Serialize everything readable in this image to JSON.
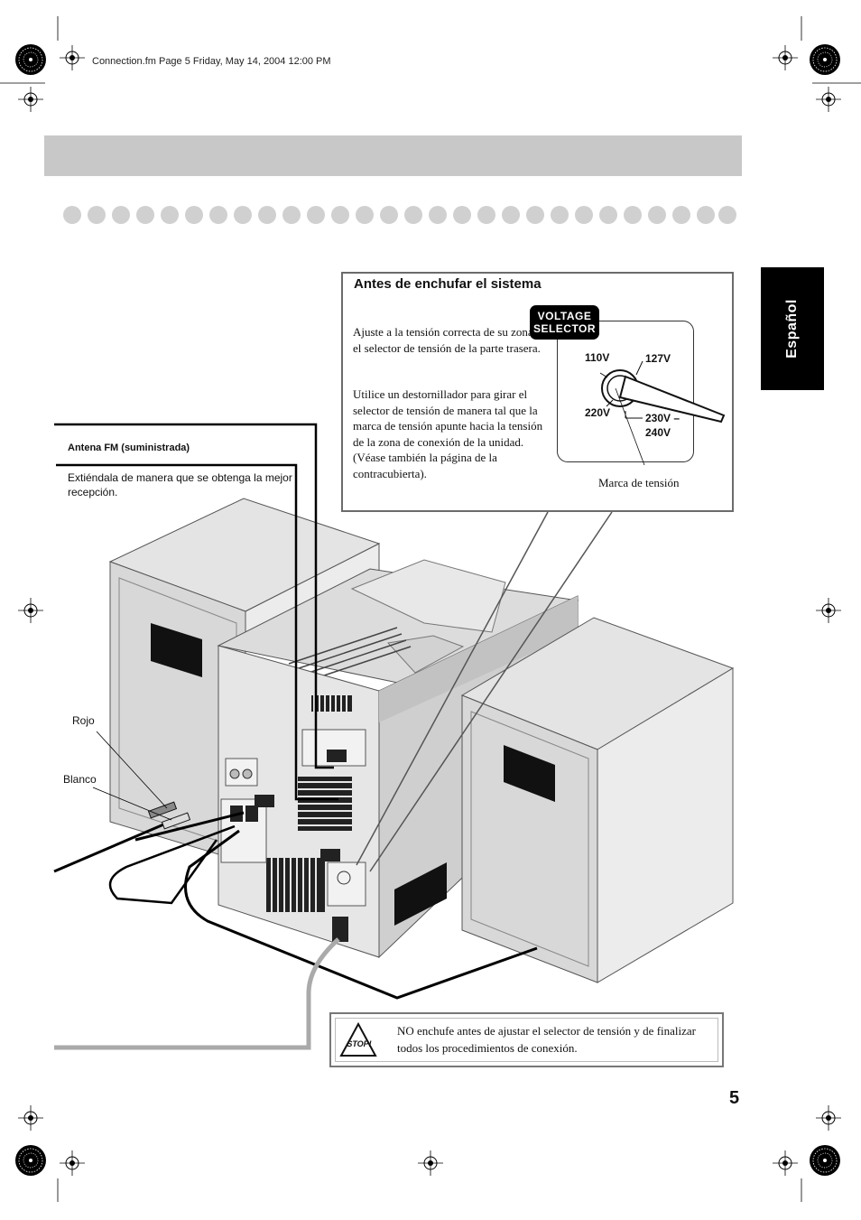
{
  "header": {
    "file_info": "Connection.fm  Page 5  Friday, May 14, 2004  12:00 PM"
  },
  "side_tab": {
    "label": "Español"
  },
  "panel": {
    "title": "Antes de enchufar el sistema",
    "paragraph1": "Ajuste a la tensión correcta de su zona con el selector de tensión de la parte trasera.",
    "paragraph2": "Utilice un destornillador para girar el selector de tensión de manera tal que la marca de tensión apunte hacia la tensión de la zona de conexión de la unidad. (Véase también la página de la contracubierta).",
    "badge_line1": "VOLTAGE",
    "badge_line2": "SELECTOR",
    "v110": "110V",
    "v127": "127V",
    "v220": "220V",
    "v230_line1": "230V –",
    "v230_line2": "240V",
    "mark_caption": "Marca de tensión"
  },
  "antenna": {
    "title": "Antena FM (suministrada)",
    "description": "Extiéndala de manera que se obtenga la mejor recepción."
  },
  "cable_labels": {
    "red": "Rojo",
    "white": "Blanco"
  },
  "warning": {
    "icon_text": "STOP!",
    "text": "NO enchufe antes de ajustar el selector de tensión y de finalizar todos los procedimientos de conexión."
  },
  "page_number": "5"
}
